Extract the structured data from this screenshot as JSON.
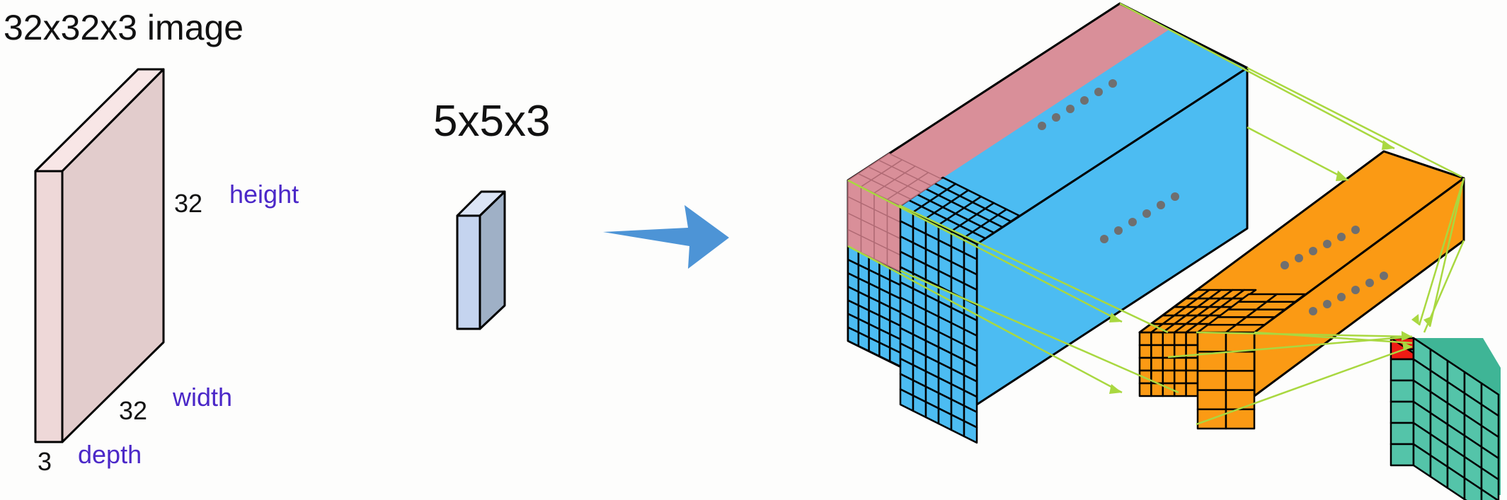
{
  "input": {
    "title": "32x32x3 image",
    "dim_height": "32",
    "dim_width": "32",
    "dim_depth": "3",
    "label_height": "height",
    "label_width": "width",
    "label_depth": "depth"
  },
  "filter": {
    "title": "5x5x3"
  },
  "colors": {
    "slab_front": "#eed8d8",
    "slab_side": "#e2cccc",
    "slab_top": "#f8e6e6",
    "filter_front": "#c5d4ef",
    "filter_side": "#9fb0c6",
    "arrow": "#4d94d6",
    "dim_label": "#4b28c8",
    "blue": "#4cbcf2",
    "pink": "#d98f99",
    "orange": "#fb9a14",
    "teal": "#54c4a9",
    "red": "#ee1b14",
    "connector": "#a9d840",
    "dots": "#6f6f6f"
  },
  "icons": [
    "input-volume",
    "filter-kernel",
    "right-arrow-icon",
    "conv-volume",
    "pooled-volume",
    "output-grid"
  ]
}
